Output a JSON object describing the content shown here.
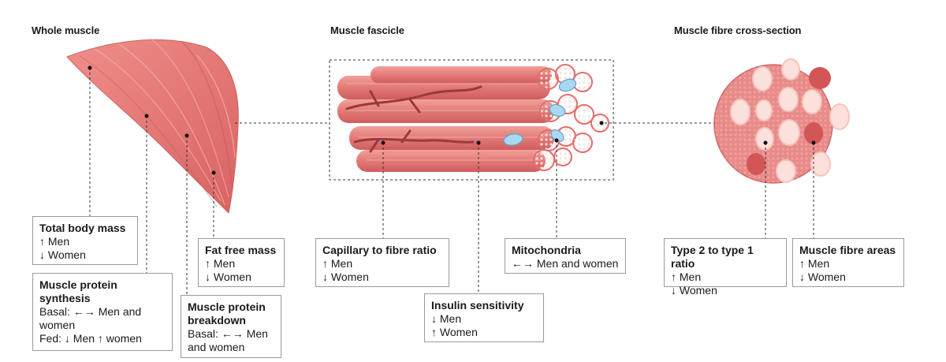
{
  "sections": {
    "whole_muscle": "Whole muscle",
    "fascicle": "Muscle fascicle",
    "cross_section": "Muscle fibre cross-section"
  },
  "boxes": {
    "total_body_mass": {
      "title": "Total body mass",
      "lines": [
        "↑ Men",
        "↓ Women"
      ]
    },
    "protein_synthesis": {
      "title": "Muscle protein synthesis",
      "lines": [
        "Basal: ←→ Men and women",
        "Fed: ↓ Men ↑ women"
      ]
    },
    "protein_breakdown": {
      "title": "Muscle protein breakdown",
      "lines": [
        "Basal: ←→ Men and women"
      ]
    },
    "fat_free_mass": {
      "title": "Fat free mass",
      "lines": [
        "↑ Men",
        "↓ Women"
      ]
    },
    "capillary_ratio": {
      "title": "Capillary to fibre ratio",
      "lines": [
        "↑ Men",
        "↓ Women"
      ]
    },
    "insulin_sensitivity": {
      "title": "Insulin sensitivity",
      "lines": [
        "↓ Men",
        "↑ Women"
      ]
    },
    "mitochondria": {
      "title": "Mitochondria",
      "lines": [
        "←→ Men and women"
      ]
    },
    "type_ratio": {
      "title": "Type 2 to type 1 ratio",
      "lines": [
        "↑ Men",
        "↓ Women"
      ]
    },
    "fibre_areas": {
      "title": "Muscle fibre areas",
      "lines": [
        "↑ Men",
        "↓ Women"
      ]
    }
  },
  "colors": {
    "muscle": "#e07070",
    "muscle_dark": "#c85a5a",
    "muscle_light": "#f2b0aa",
    "vessel": "#9b3a3a",
    "mitochondria": "#a9d8f0",
    "cross_bg": "#e88a88",
    "cross_fibre": "#fbe0dc"
  }
}
